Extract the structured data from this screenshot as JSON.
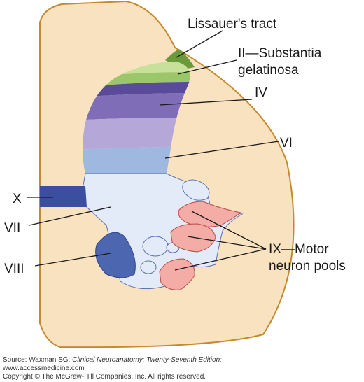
{
  "labels": {
    "lissauer": "Lissauer's tract",
    "lamina_ii_line1": "II—Substantia",
    "lamina_ii_line2": "gelatinosa",
    "lamina_iv": "IV",
    "lamina_vi": "VI",
    "lamina_x": "X",
    "lamina_vii": "VII",
    "lamina_viii": "VIII",
    "lamina_ix_line1": "IX—Motor",
    "lamina_ix_line2": "neuron pools"
  },
  "credits": {
    "source_prefix": "Source: Waxman SG: ",
    "source_title": "Clinical Neuroanatomy: Twenty-Seventh Edition:",
    "url": "www.accessmedicine.com",
    "copyright": "Copyright © The McGraw-Hill Companies, Inc. All rights reserved."
  },
  "colors": {
    "white_matter": "#f9e2c0",
    "outline": "#c58a2f",
    "lissauer_tract": "#6a9a3a",
    "lamina_i": "#c7e09a",
    "lamina_ii": "#9bc66a",
    "lamina_iii": "#5a4a9a",
    "lamina_iv": "#7f6db8",
    "lamina_v": "#b5a8d8",
    "lamina_vi": "#9fb8e0",
    "lamina_vii": "#e4ebf8",
    "lamina_viii": "#4d66b0",
    "lamina_x": "#3a4fa0",
    "motor_pools": "#f4aca6"
  }
}
